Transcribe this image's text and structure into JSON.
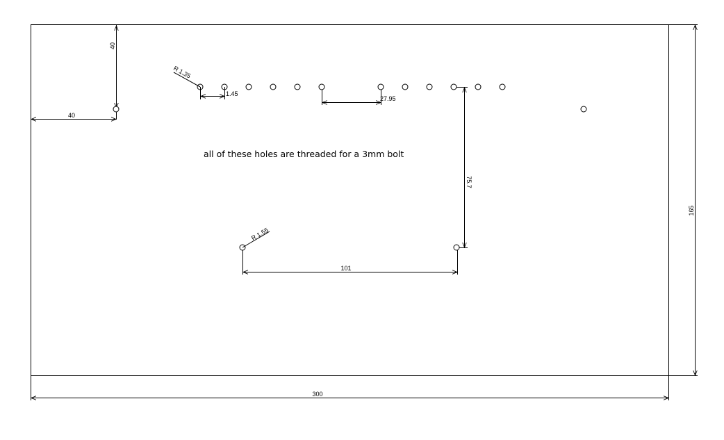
{
  "dimensions": {
    "overall_width": "300",
    "overall_height": "165",
    "left_offset": "40",
    "top_offset": "40",
    "radius_top": "R 1.35",
    "hole_gap": "1.45",
    "hole_spacing": "27.95",
    "vertical_spacing": "75.7",
    "bottom_spacing": "101",
    "radius_bottom": "R 1.55"
  },
  "note": "all of these holes are threaded for a 3mm bolt",
  "colors": {
    "line": "#000000",
    "background": "#ffffff"
  }
}
